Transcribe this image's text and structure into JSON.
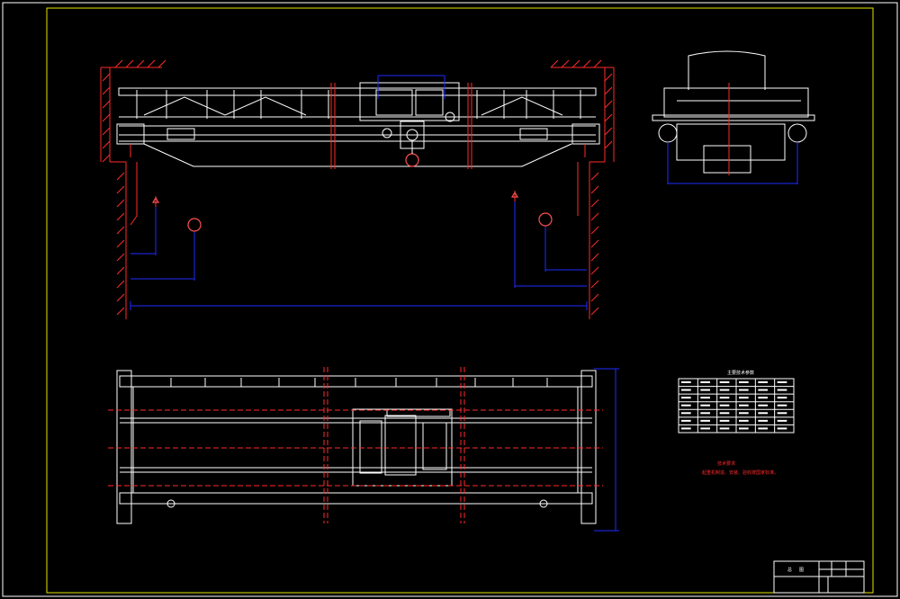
{
  "drawing": {
    "background": "#000000",
    "colors": {
      "frame": "#ffffff",
      "border": "#e6e600",
      "structure": "#ffffff",
      "centerline": "#ff2a2a",
      "dimension": "#1e2bff",
      "hatch": "#ff2a2a",
      "hook": "#ff5050",
      "table": "#ffffff",
      "table_fill": "#ffffff"
    },
    "views": [
      {
        "id": "front-elevation"
      },
      {
        "id": "side-elevation"
      },
      {
        "id": "plan-view"
      }
    ],
    "tech_table": {
      "title": "主要技术参数",
      "rows": 7,
      "cols": 6
    },
    "note": {
      "title": "技术要求",
      "text": "起重机制造、安装、验收按国家标准。"
    },
    "title_block": {
      "labels": [
        "总",
        "图"
      ]
    }
  }
}
